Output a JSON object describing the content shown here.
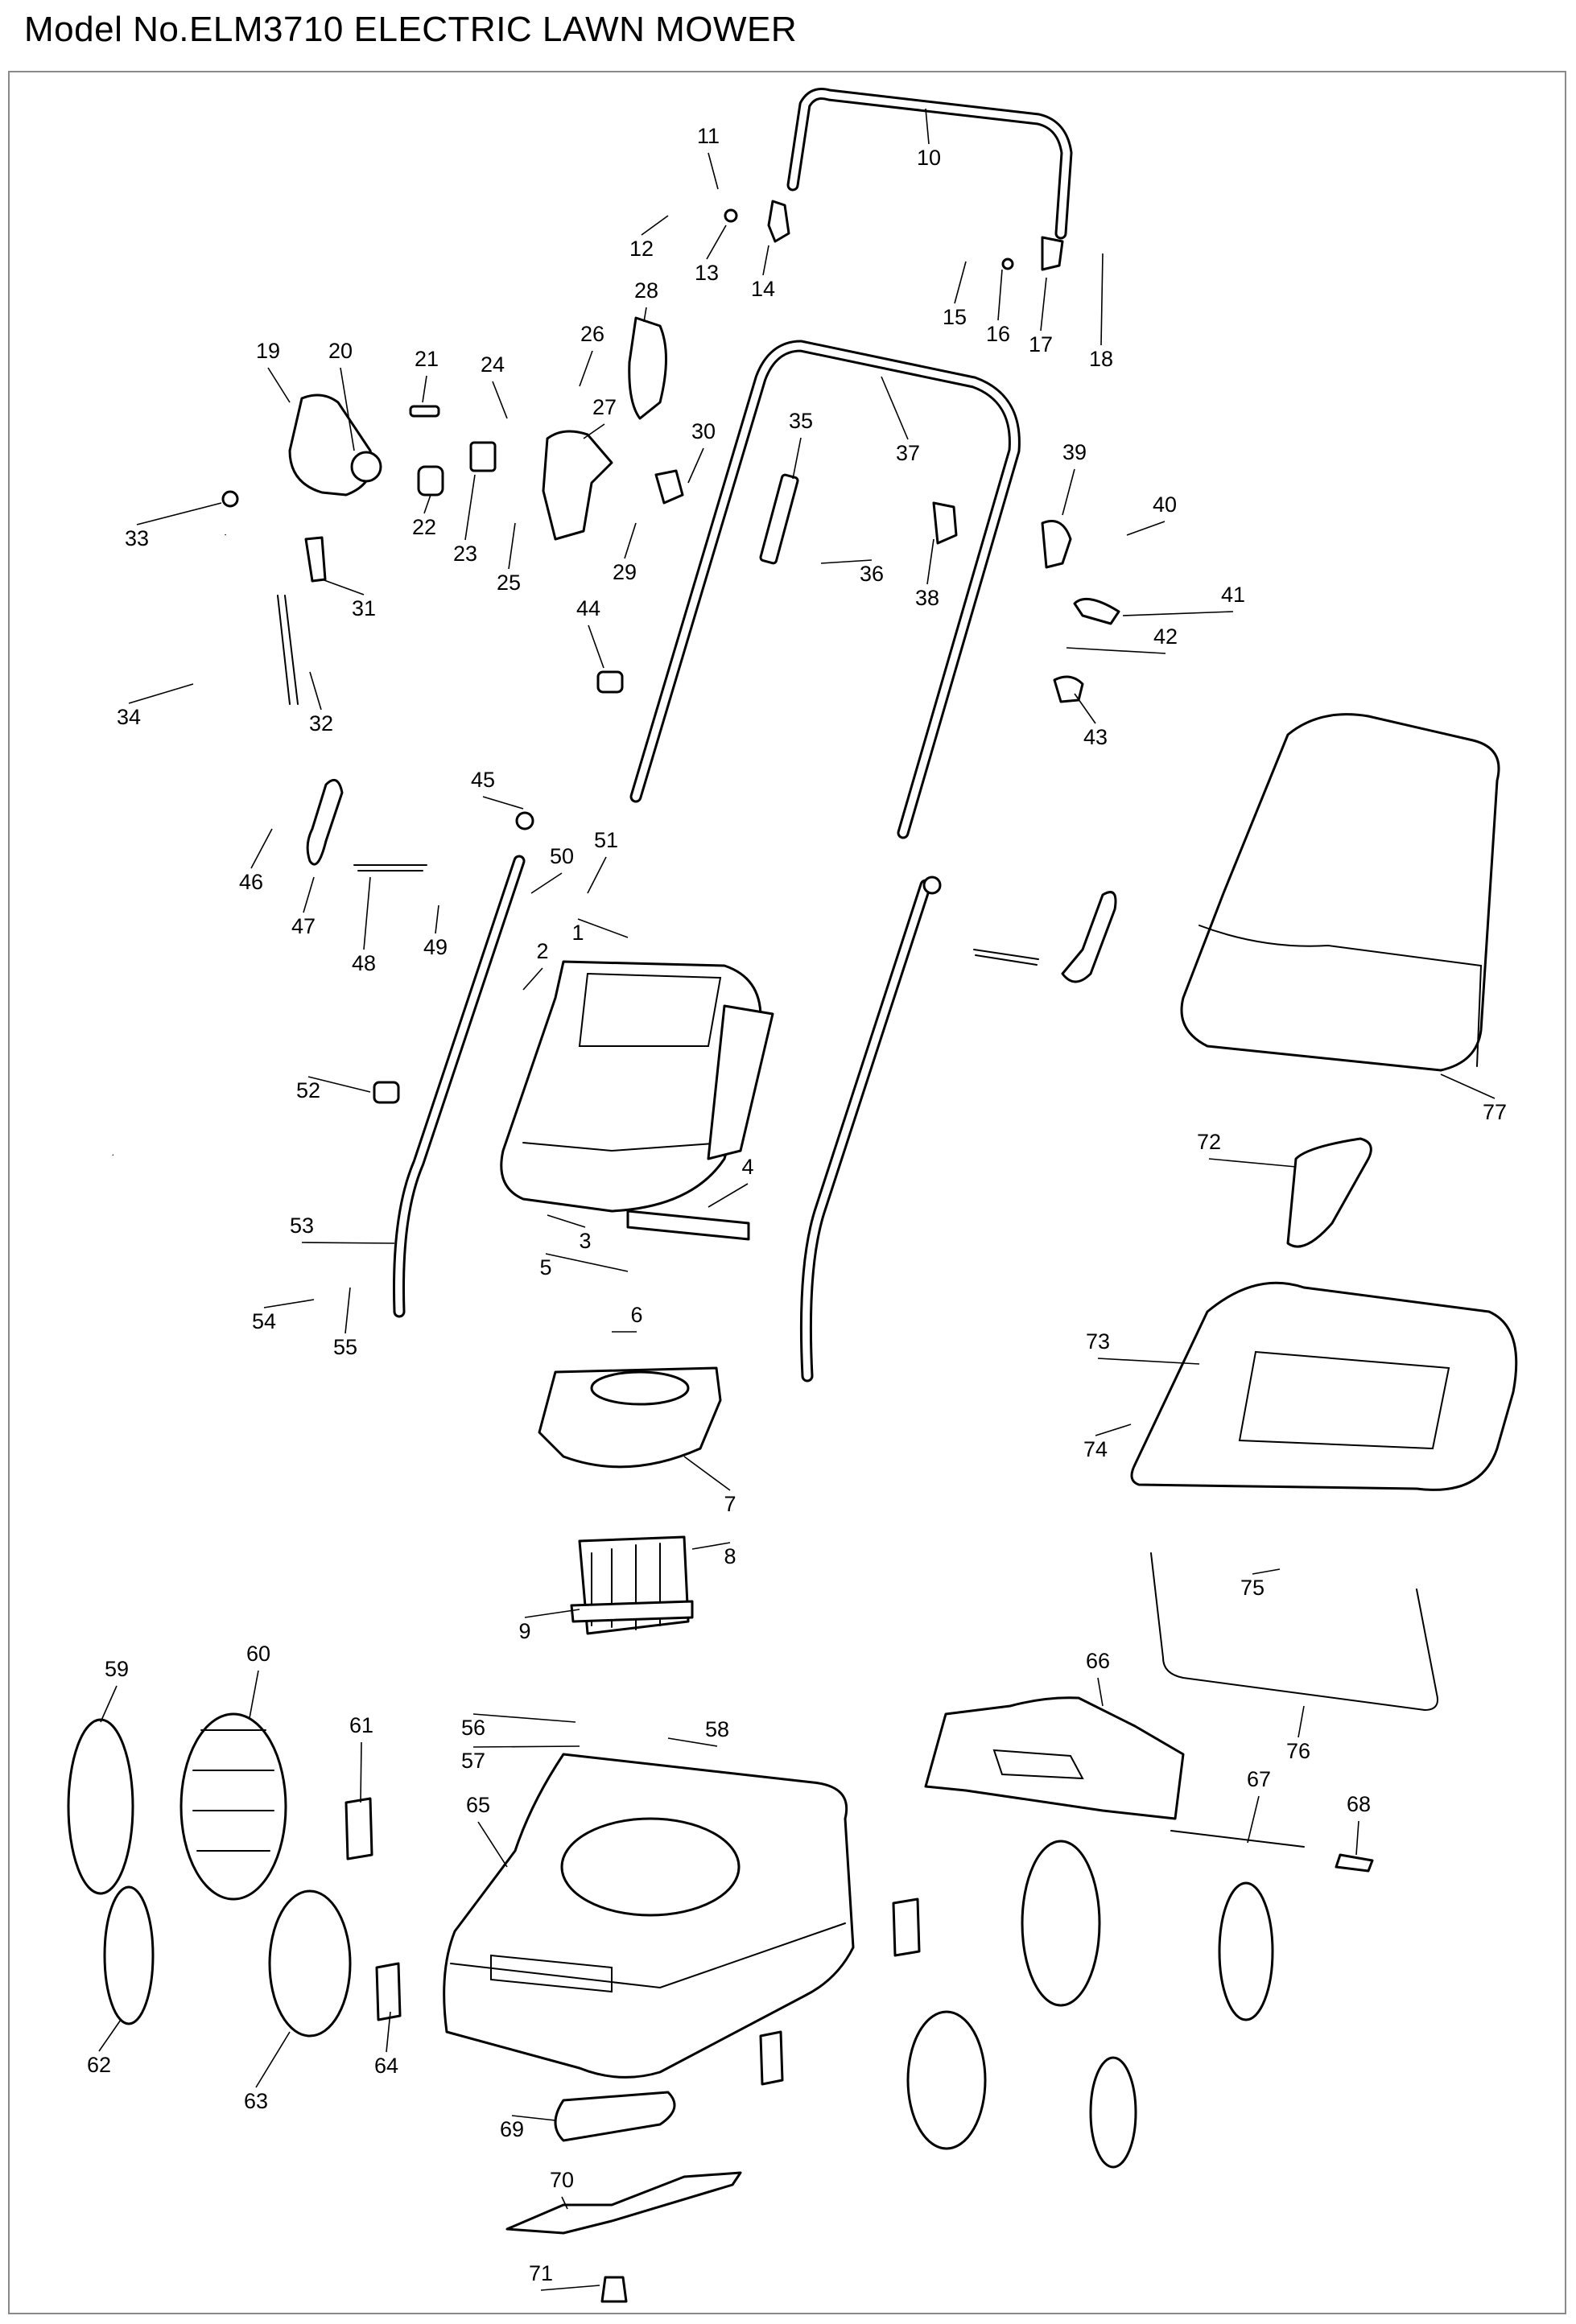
{
  "title": "Model No.ELM3710 ELECTRIC LAWN MOWER",
  "callouts": [
    "1",
    "2",
    "3",
    "4",
    "5",
    "6",
    "7",
    "8",
    "9",
    "10",
    "11",
    "12",
    "13",
    "14",
    "15",
    "16",
    "17",
    "18",
    "19",
    "20",
    "21",
    "22",
    "23",
    "24",
    "25",
    "26",
    "27",
    "28",
    "29",
    "30",
    "31",
    "32",
    "33",
    "34",
    "35",
    "36",
    "37",
    "38",
    "39",
    "40",
    "41",
    "42",
    "43",
    "44",
    "45",
    "46",
    "47",
    "48",
    "49",
    "50",
    "51",
    "52",
    "53",
    "54",
    "55",
    "56",
    "57",
    "58",
    "59",
    "60",
    "61",
    "62",
    "63",
    "64",
    "65",
    "66",
    "67",
    "68",
    "69",
    "70",
    "71",
    "72",
    "73",
    "74",
    "75",
    "76",
    "77"
  ]
}
